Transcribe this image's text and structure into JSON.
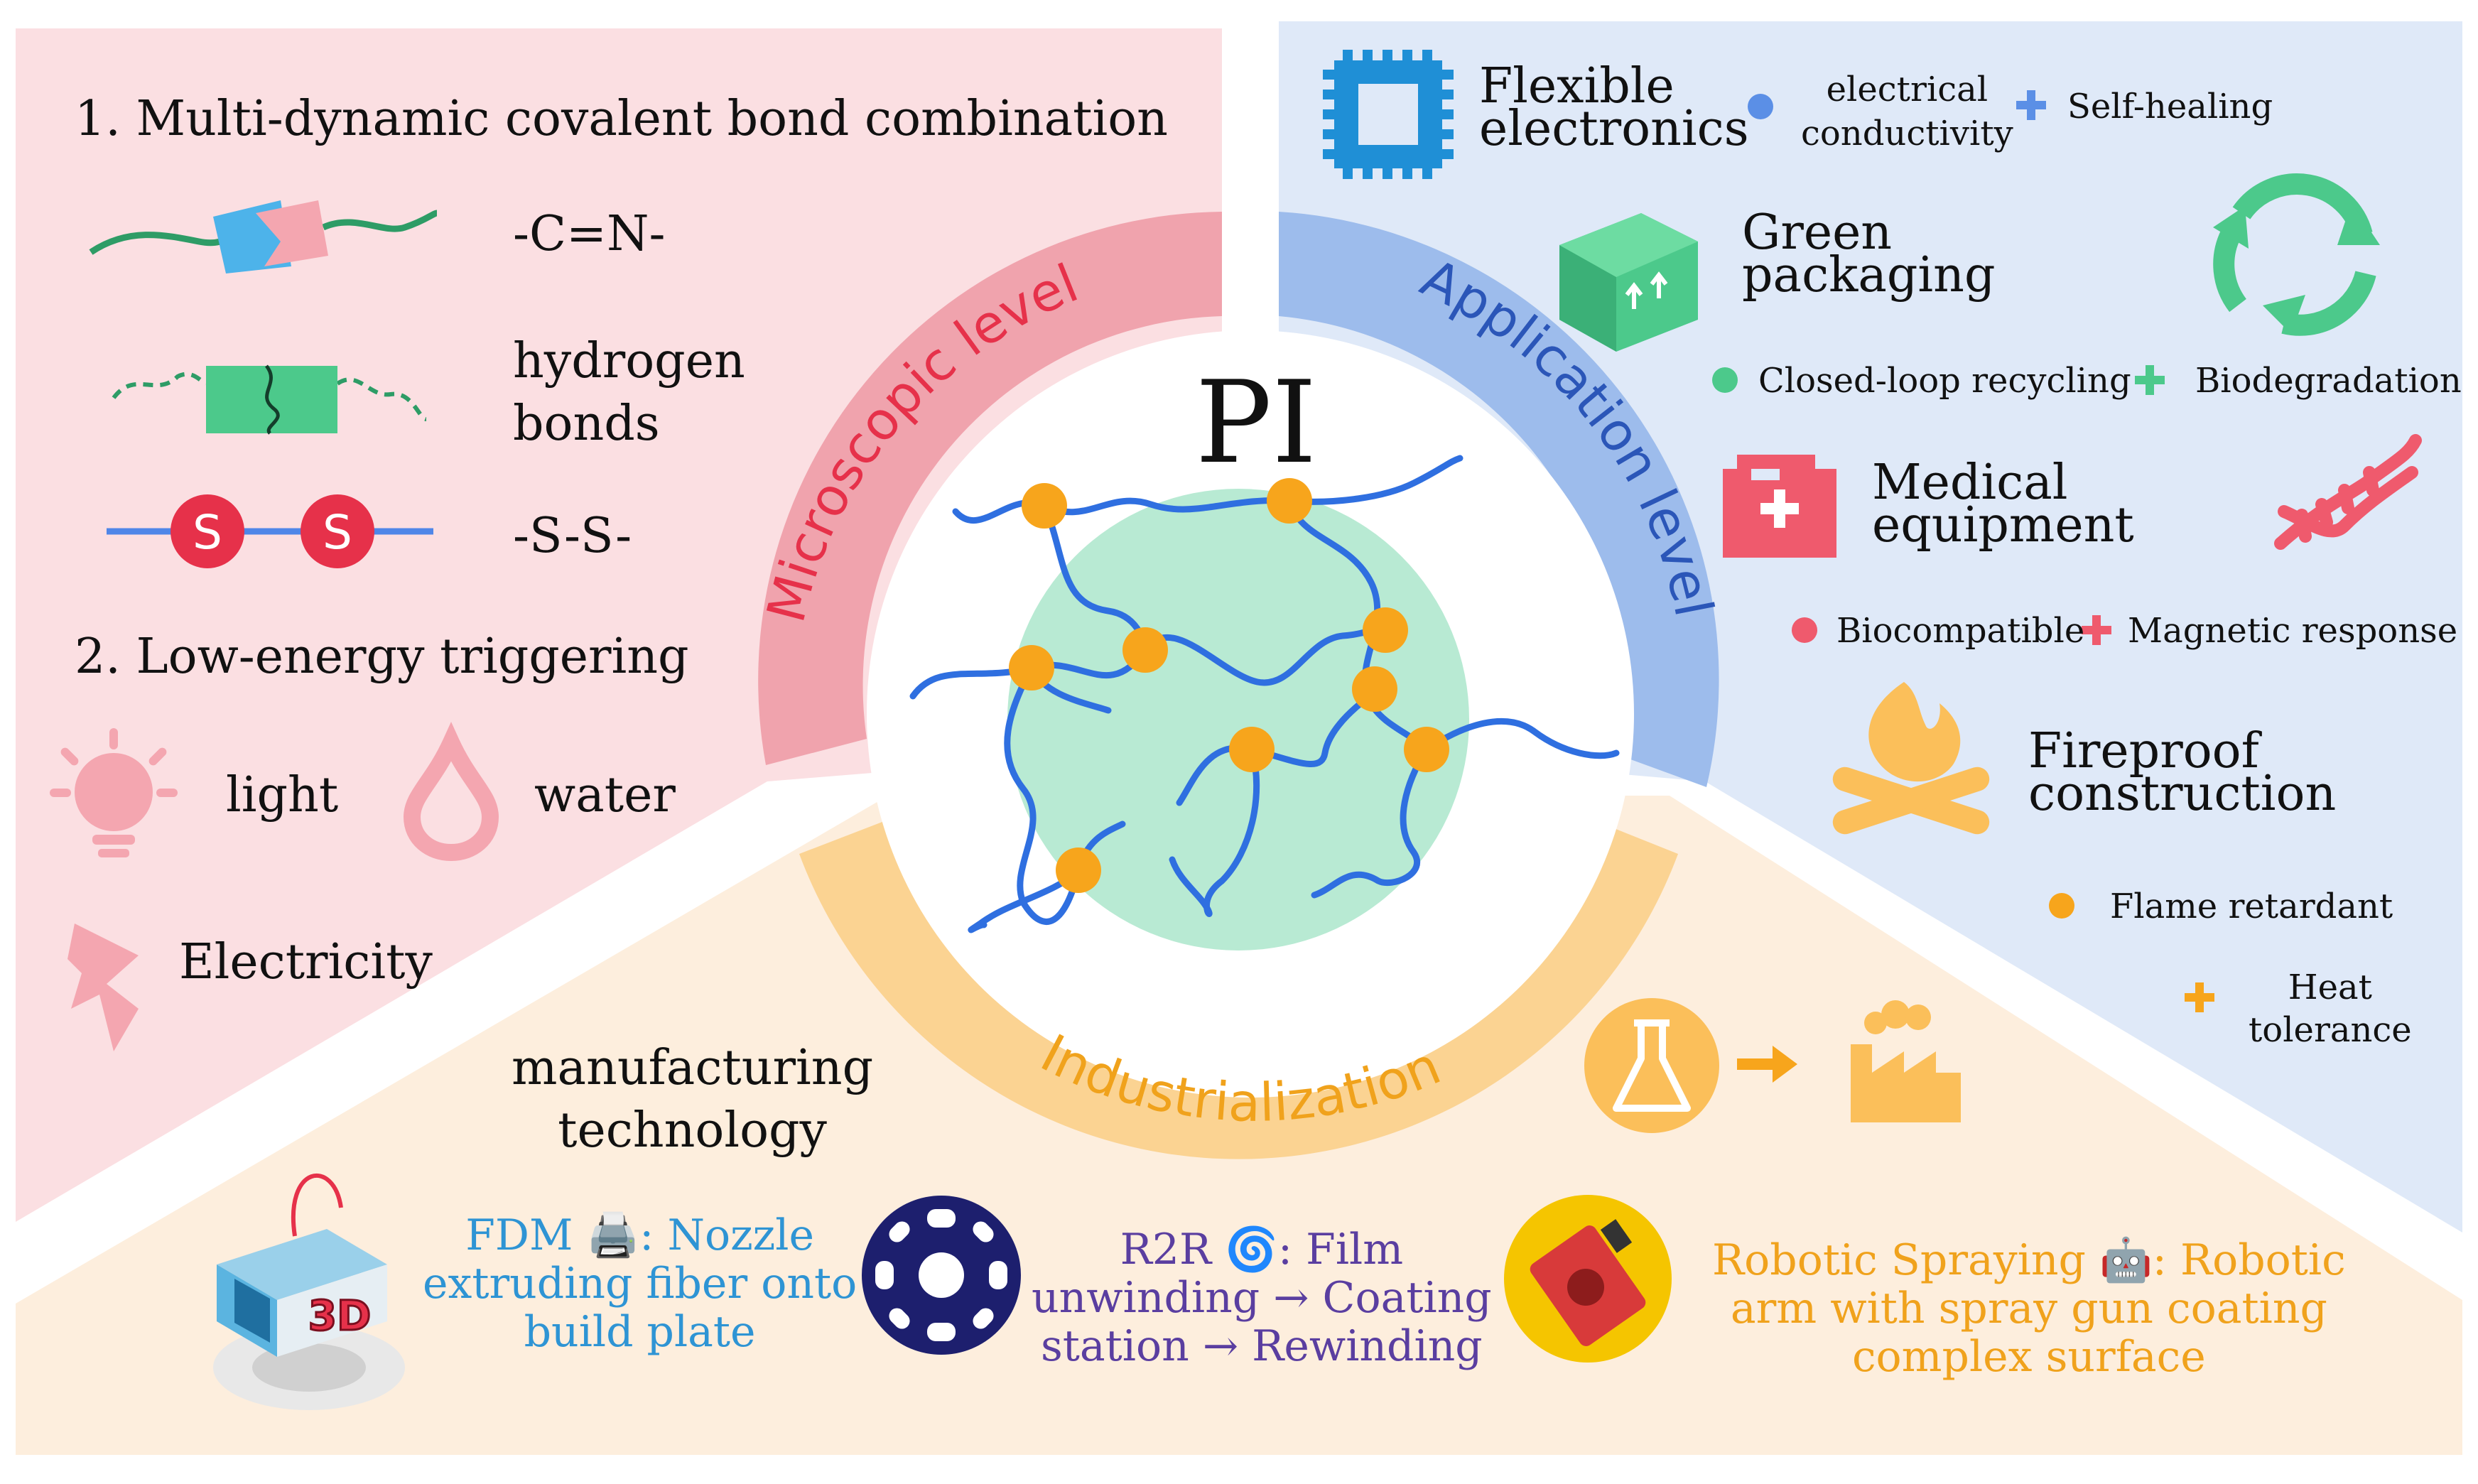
{
  "center": {
    "label": "PI"
  },
  "rings": {
    "microscopic": "Microscopic level",
    "application": "Application level",
    "industrialization": "Industrialization"
  },
  "micro": {
    "heading1": "1. Multi-dynamic covalent bond combination",
    "bonds": [
      {
        "label": "-C=N-"
      },
      {
        "label": "hydrogen\nbonds"
      },
      {
        "label": "-S-S-"
      }
    ],
    "disulfide_atom": "S",
    "heading2": "2. Low-energy triggering",
    "triggers": [
      {
        "label": "light",
        "icon": "lightbulb-icon"
      },
      {
        "label": "water",
        "icon": "water-drop-icon"
      },
      {
        "label": "Electricity",
        "icon": "lightning-bolt-icon"
      }
    ]
  },
  "applications": {
    "flexible": {
      "title": "Flexible\nelectronics",
      "props": [
        {
          "bullet": "circle",
          "label": "electrical\nconductivity"
        },
        {
          "bullet": "plus",
          "label": "Self-healing"
        }
      ]
    },
    "green": {
      "title": "Green\npackaging",
      "props": [
        {
          "bullet": "circle",
          "label": "Closed-loop recycling"
        },
        {
          "bullet": "plus",
          "label": "Biodegradation"
        }
      ]
    },
    "medical": {
      "title": "Medical\nequipment",
      "props": [
        {
          "bullet": "circle",
          "label": "Biocompatible"
        },
        {
          "bullet": "plus",
          "label": "Magnetic response"
        }
      ]
    },
    "fireproof": {
      "title": "Fireproof\nconstruction",
      "props": [
        {
          "bullet": "circle",
          "label": "Flame retardant"
        },
        {
          "bullet": "plus",
          "label": "Heat\ntolerance"
        }
      ]
    }
  },
  "industry": {
    "heading": "manufacturing\ntechnology",
    "fdm": {
      "label": "FDM 🖨️: Nozzle\nextruding fiber onto\nbuild plate",
      "icon_text": "3D"
    },
    "r2r": {
      "label": "R2R 🌀: Film\nunwinding → Coating\nstation → Rewinding"
    },
    "robotic": {
      "label": "Robotic Spraying 🤖: Robotic\narm with spray gun coating\ncomplex surface"
    }
  },
  "colors": {
    "micro_bg": "#fbdfe2",
    "micro_ring": "#f0a3ad",
    "app_bg": "#dfe9f8",
    "app_ring": "#9dbcec",
    "ind_bg": "#fdeedd",
    "ind_ring": "#fbd392",
    "network_blue": "#2f6fe0",
    "node_orange": "#f7a51c",
    "sphere": "#b8ead3",
    "pink_icon": "#f4a6b0",
    "red": "#e6314a",
    "green": "#4cc98b",
    "chip_blue": "#1f8fd6",
    "medical_red": "#ef5a6d",
    "fire": "#fbbf5a",
    "fdm_text": "#2e94d4",
    "r2r_text": "#5a3ea0",
    "robot_text": "#f0a21c"
  }
}
